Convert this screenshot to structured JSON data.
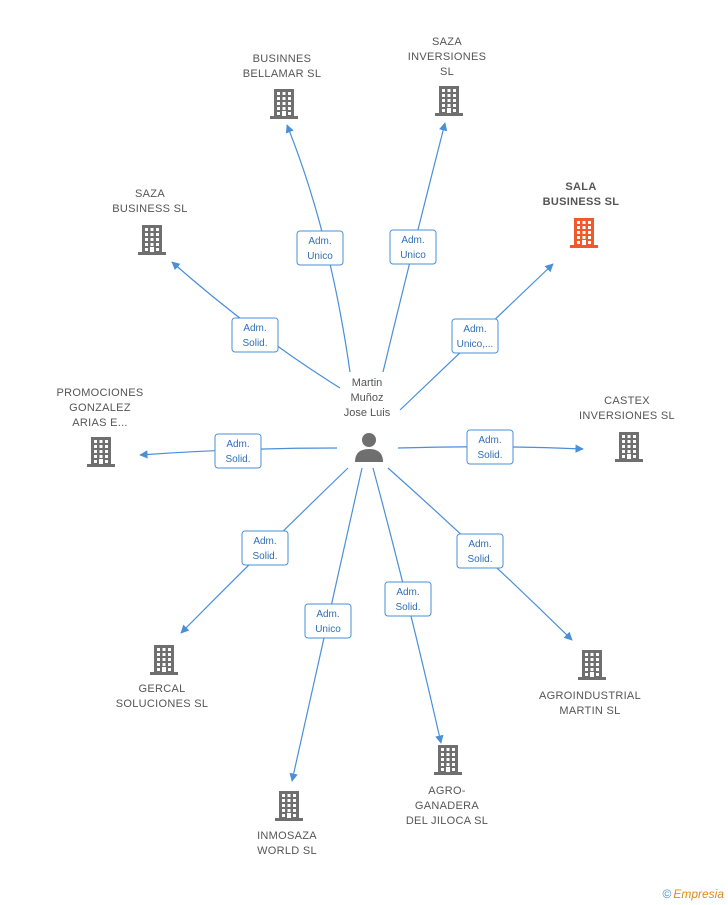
{
  "center": {
    "name_lines": [
      "Martin",
      "Muñoz",
      "Jose Luis"
    ]
  },
  "companies": [
    {
      "id": "businnes",
      "lines": [
        "BUSINNES",
        "BELLAMAR  SL"
      ],
      "highlight": false,
      "relation": [
        "Adm.",
        "Unico"
      ]
    },
    {
      "id": "saza-inv",
      "lines": [
        "SAZA",
        "INVERSIONES",
        "SL"
      ],
      "highlight": false,
      "relation": [
        "Adm.",
        "Unico"
      ]
    },
    {
      "id": "sala",
      "lines": [
        "SALA",
        "BUSINESS  SL"
      ],
      "highlight": true,
      "relation": [
        "Adm.",
        "Unico,..."
      ]
    },
    {
      "id": "saza-bus",
      "lines": [
        "SAZA",
        "BUSINESS  SL"
      ],
      "highlight": false,
      "relation": [
        "Adm.",
        "Solid."
      ]
    },
    {
      "id": "promociones",
      "lines": [
        "PROMOCIONES",
        "GONZALEZ",
        "ARIAS E..."
      ],
      "highlight": false,
      "relation": [
        "Adm.",
        "Solid."
      ]
    },
    {
      "id": "castex",
      "lines": [
        "CASTEX",
        "INVERSIONES SL"
      ],
      "highlight": false,
      "relation": [
        "Adm.",
        "Solid."
      ]
    },
    {
      "id": "gercal",
      "lines": [
        "GERCAL",
        "SOLUCIONES SL"
      ],
      "highlight": false,
      "relation": [
        "Adm.",
        "Solid."
      ]
    },
    {
      "id": "agroindustrial",
      "lines": [
        "AGROINDUSTRIAL",
        "MARTIN SL"
      ],
      "highlight": false,
      "relation": [
        "Adm.",
        "Solid."
      ]
    },
    {
      "id": "inmosaza",
      "lines": [
        "INMOSAZA",
        "WORLD  SL"
      ],
      "highlight": false,
      "relation": [
        "Adm.",
        "Unico"
      ]
    },
    {
      "id": "agroganadera",
      "lines": [
        "AGRO-",
        "GANADERA",
        "DEL JILOCA SL"
      ],
      "highlight": false,
      "relation": [
        "Adm.",
        "Solid."
      ]
    }
  ],
  "colors": {
    "edge": "#4a8fd8",
    "building": "#6f6f6f",
    "building_highlight": "#f05a2a",
    "person": "#6f6f6f"
  },
  "icons": {
    "company": "building-icon",
    "person": "person-icon"
  },
  "brand": {
    "copyright": "©",
    "name": "Empresia"
  }
}
